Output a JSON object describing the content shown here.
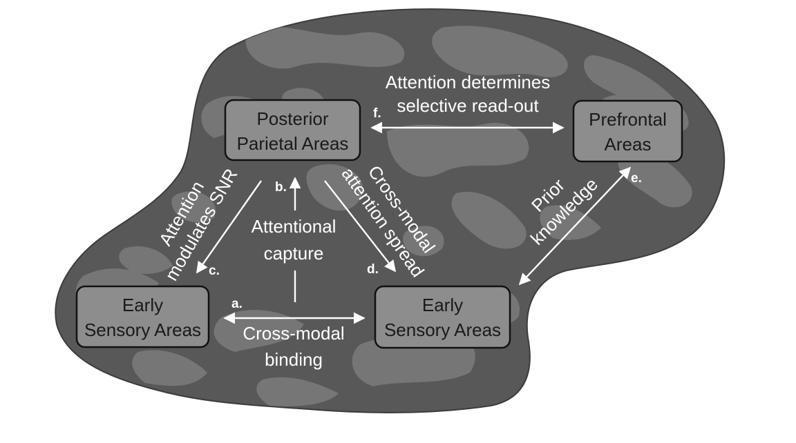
{
  "colors": {
    "background": "#ffffff",
    "brain_dark": "#555555",
    "brain_light": "#777777",
    "box_fill": "#8d8d8d",
    "box_border": "#111111",
    "arrow": "#ffffff"
  },
  "boxes": {
    "posterior_parietal": [
      "Posterior",
      "Parietal Areas"
    ],
    "prefrontal": [
      "Prefrontal",
      "Areas"
    ],
    "early_sensory_left": [
      "Early",
      "Sensory Areas"
    ],
    "early_sensory_right": [
      "Early",
      "Sensory Areas"
    ]
  },
  "connections": {
    "a": {
      "letter": "a.",
      "label": [
        "Cross-modal",
        "binding"
      ]
    },
    "b": {
      "letter": "b.",
      "label": [
        "Attentional",
        "capture"
      ]
    },
    "c": {
      "letter": "c.",
      "label": [
        "Attention",
        "modulates SNR"
      ]
    },
    "d": {
      "letter": "d.",
      "label": [
        "Cross-modal",
        "attention spread"
      ]
    },
    "e": {
      "letter": "e.",
      "label": [
        "Prior",
        "knowledge"
      ]
    },
    "f": {
      "letter": "f.",
      "label": [
        "Attention determines",
        "selective read-out"
      ]
    }
  }
}
